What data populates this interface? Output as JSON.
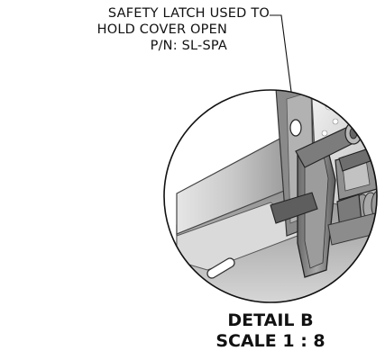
{
  "callout": {
    "line1": "SAFETY LATCH USED TO",
    "line2": "HOLD COVER OPEN",
    "line3": "P/N: SL-SPA"
  },
  "detail": {
    "name": "DETAIL B",
    "scale": "SCALE 1 : 8"
  }
}
